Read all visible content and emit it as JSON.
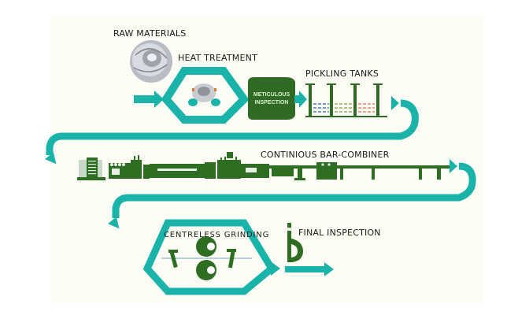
{
  "diagram": {
    "title": "Bar production process flow",
    "colors": {
      "flow_teal": "#1ab3aa",
      "machine_green": "#2e6e22",
      "inspection_green": "#2f6b25",
      "background": "#fdfdf5"
    },
    "steps": [
      {
        "id": "raw-materials",
        "label": "RAW MATERIALS",
        "icon": "wire-coil-icon"
      },
      {
        "id": "heat-treatment",
        "label": "HEAT TREATMENT",
        "icon": "furnace-coil-icon"
      },
      {
        "id": "meticulous-inspection",
        "label_line1": "METICULOUS",
        "label_line2": "INSPECTION",
        "icon": "inspection-badge"
      },
      {
        "id": "pickling-tanks",
        "label": "PICKLING TANKS",
        "icon": "pickling-tanks-icon"
      },
      {
        "id": "continuous-bar-combiner",
        "label": "CONTINIOUS BAR-COMBINER",
        "icon": "bar-combiner-machine-icon"
      },
      {
        "id": "centreless-grinding",
        "label": "CENTRELESS GRINDING",
        "icon": "grinding-wheels-icon"
      },
      {
        "id": "final-inspection",
        "label": "FINAL INSPECTION",
        "icon": "micrometer-icon"
      }
    ]
  }
}
